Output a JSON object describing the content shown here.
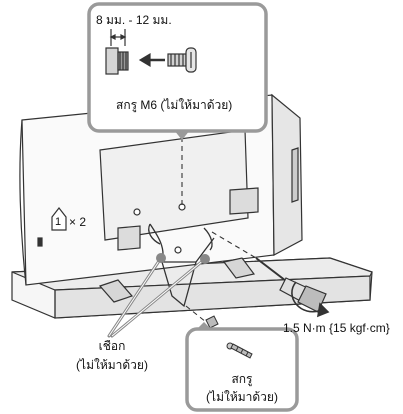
{
  "callout_top": {
    "dimension_label": "8 มม. - 12 มม.",
    "screw_label": "สกรู M6 (ไม่ให้มาด้วย)"
  },
  "multiplier": {
    "symbol": "1",
    "label": "× 2"
  },
  "torque_label": "1.5 N·m {15 kgf·cm}",
  "rope_label": {
    "line1": "เชือก",
    "line2": "(ไม่ให้มาด้วย)"
  },
  "callout_bottom": {
    "line1": "สกรู",
    "line2": "(ไม่ให้มาด้วย)"
  },
  "icons": [
    "screw-icon",
    "screwdriver-icon",
    "rotation-arrow-icon",
    "tv-stand-icon"
  ]
}
